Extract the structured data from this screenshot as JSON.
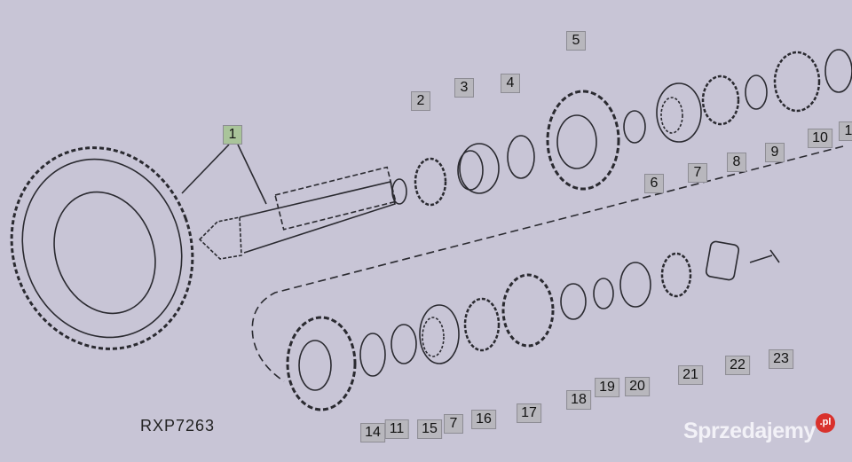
{
  "diagram": {
    "part_labels": [
      "1",
      "2",
      "3",
      "4",
      "5",
      "6",
      "7",
      "8",
      "9",
      "10",
      "1",
      "14",
      "11",
      "15",
      "7",
      "16",
      "17",
      "18",
      "19",
      "20",
      "21",
      "22",
      "23"
    ],
    "drawing_code": "RXP7263"
  },
  "watermark": {
    "brand": "Sprzedajemy",
    "badge": ".pl",
    "badge_color": "#d9312c"
  },
  "colors": {
    "background": "#c8c5d6",
    "label_box": "#b8b7bd",
    "line": "#2a2a30"
  }
}
